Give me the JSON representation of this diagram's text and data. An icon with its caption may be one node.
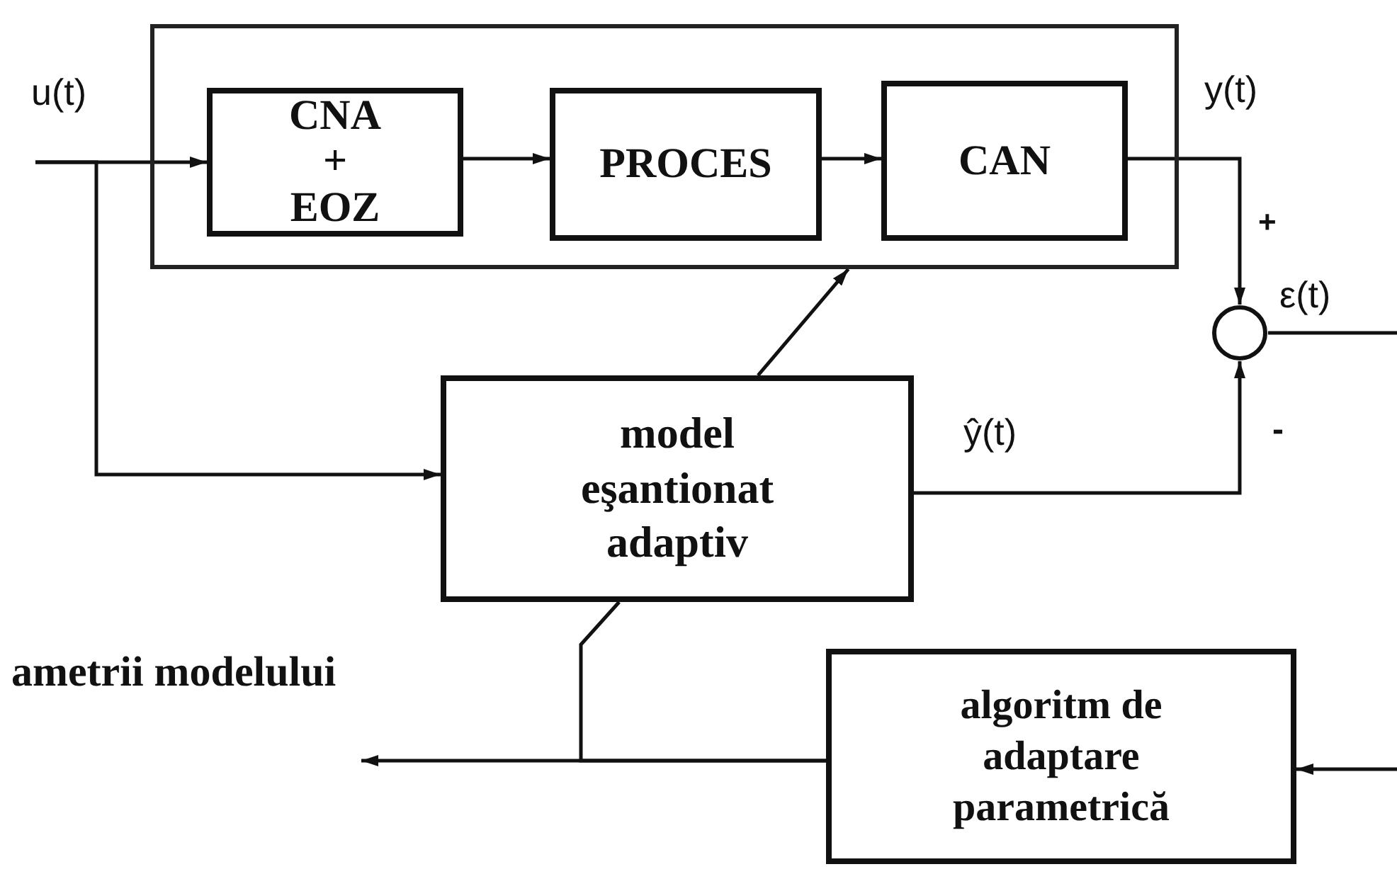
{
  "diagram": {
    "nodes": [
      {
        "text": [],
        "shape": "box"
      },
      {
        "text": [
          "CNA + EOZ"
        ],
        "in": 0
      },
      {
        "text": [
          "PROCES"
        ],
        "in": 0
      },
      {
        "text": [
          "CAN"
        ],
        "in": 0
      },
      {
        "text": [
          "model eşantionat adaptiv"
        ]
      },
      {
        "text": [],
        "shape": "circle"
      },
      {
        "text": [
          "algoritm de adaptare parametrică"
        ]
      }
    ],
    "edges": [
      {
        "from": null,
        "to": 1,
        "arrow": "to"
      },
      {
        "from": null,
        "to": 4,
        "arrow": "to"
      },
      {
        "from": 1,
        "to": 2,
        "arrow": "to"
      },
      {
        "from": 2,
        "to": 3,
        "arrow": "to"
      },
      {
        "from": 3,
        "to": 5,
        "arrow": "to"
      },
      {
        "from": 4,
        "to": 5,
        "arrow": "to"
      },
      {
        "from": 5,
        "to": null,
        "arrow": "none"
      },
      {
        "from": null,
        "to": 6,
        "arrow": "to"
      },
      {
        "from": 6,
        "to": null,
        "arrow": "to"
      },
      {
        "from": 6,
        "to": 4,
        "arrow": "none"
      },
      {
        "from": 4,
        "to": 0,
        "arrow": "to"
      }
    ],
    "labels": [
      "u(t)",
      "y(t)",
      "+",
      "ε(t)",
      "ŷ(t)",
      "-",
      "ametrii modelului"
    ]
  }
}
